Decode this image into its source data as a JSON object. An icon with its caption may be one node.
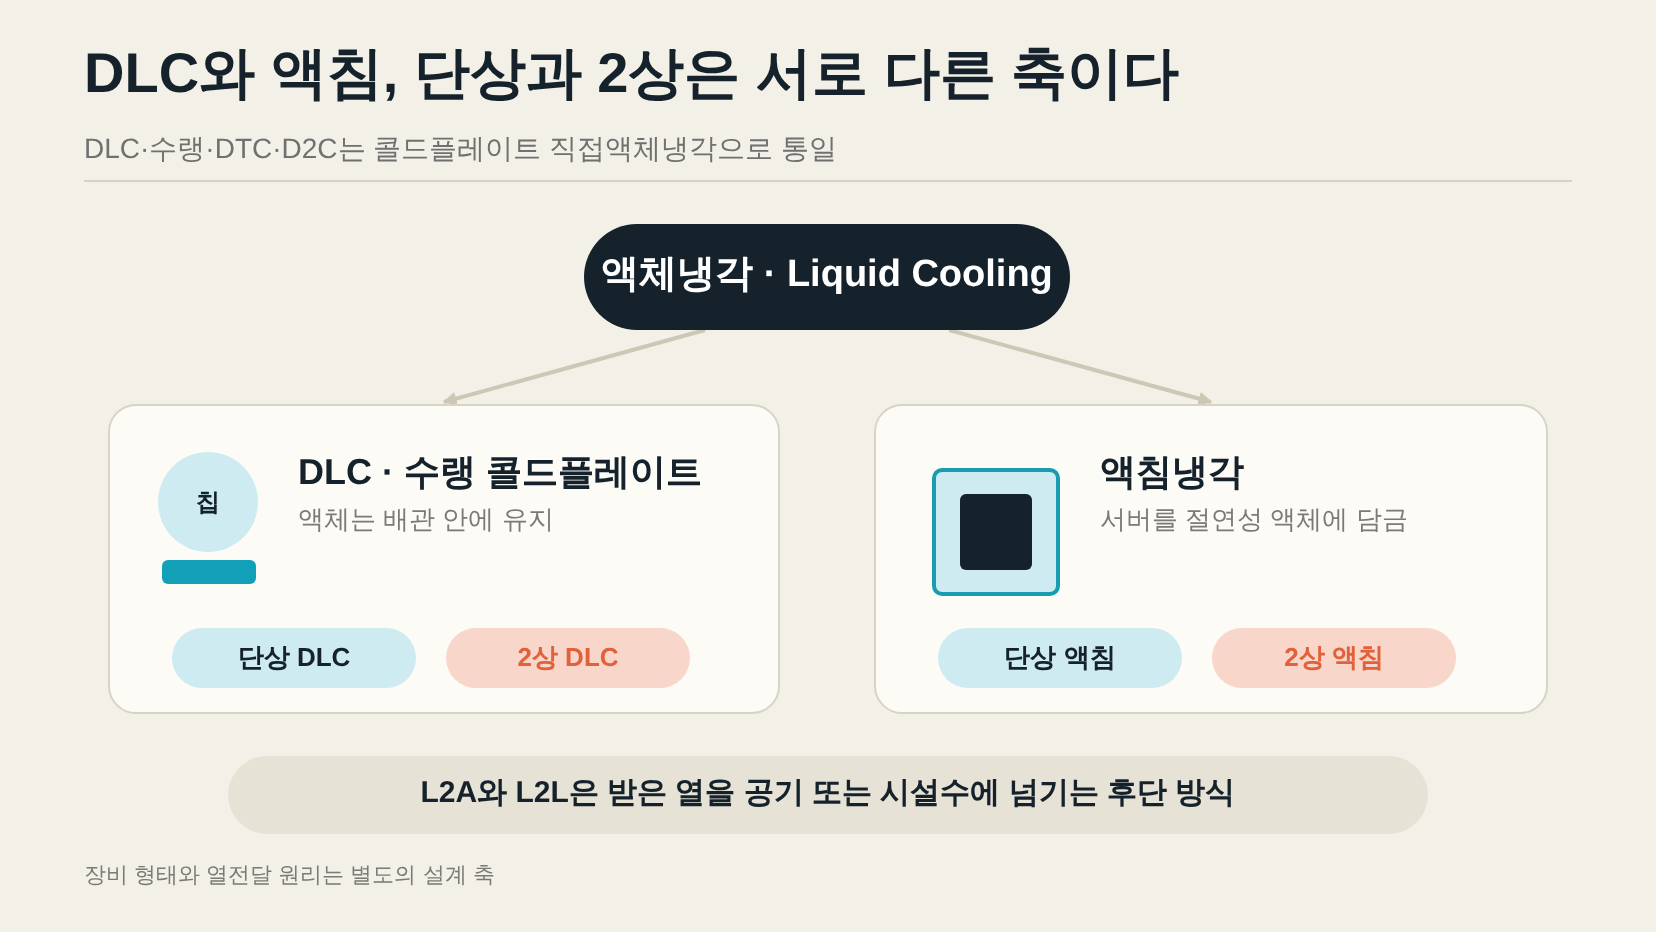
{
  "diagram": {
    "title": "DLC와 액침, 단상과 2상은 서로 다른 축이다",
    "nodes": [
      {
        "text": [
          "액체냉각 · Liquid Cooling"
        ]
      },
      {
        "text": [
          "DLC · 수랭 콜드플레이트",
          "액체는 배관 안에 유지"
        ]
      },
      {
        "text": [
          "칩"
        ],
        "in": 1
      },
      {
        "text": [
          "단상 DLC"
        ],
        "in": 1
      },
      {
        "text": [
          "2상 DLC"
        ],
        "in": 1
      },
      {
        "text": [
          "액침냉각",
          "서버를 절연성 액체에 담금"
        ]
      },
      {
        "text": [
          "단상 액침"
        ],
        "in": 5
      },
      {
        "text": [
          "2상 액침"
        ],
        "in": 5
      },
      {
        "text": [
          "L2A와 L2L은 받은 열을 공기 또는 시설수에 넘기는 후단 방식"
        ]
      }
    ],
    "edges": [
      {
        "from": 0,
        "to": 1,
        "arrow": "to"
      },
      {
        "from": 0,
        "to": 5,
        "arrow": "to"
      }
    ],
    "labels": [
      "DLC·수랭·DTC·D2C는 콜드플레이트 직접액체냉각으로 통일",
      "장비 형태와 열전달 원리는 별도의 설계 축"
    ]
  }
}
